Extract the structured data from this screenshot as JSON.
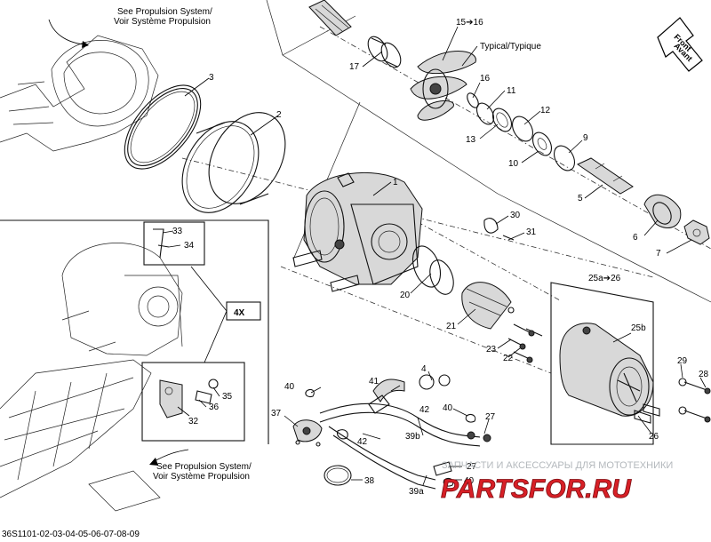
{
  "callouts": {
    "see_propulsion_top_1": "See Propulsion System/",
    "see_propulsion_top_2": "Voir Système Propulsion",
    "see_propulsion_bottom_1": "See Propulsion System/",
    "see_propulsion_bottom_2": "Voir Système Propulsion",
    "typical": "Typical/Typique",
    "front_1": "Front",
    "front_2": "Avant",
    "multiplier": "4X",
    "part_15_16": "15➔16",
    "part_25a_26": "25a➔26"
  },
  "part_numbers": {
    "p1": "1",
    "p2": "2",
    "p3": "3",
    "p4": "4",
    "p5": "5",
    "p6": "6",
    "p7": "7",
    "p9": "9",
    "p10": "10",
    "p11": "11",
    "p12": "12",
    "p13": "13",
    "p16": "16",
    "p17": "17",
    "p20": "20",
    "p21": "21",
    "p22": "22",
    "p23": "23",
    "p25b": "25b",
    "p26": "26",
    "p27a": "27",
    "p27b": "27",
    "p28": "28",
    "p29": "29",
    "p30": "30",
    "p31": "31",
    "p32": "32",
    "p33": "33",
    "p34": "34",
    "p35": "35",
    "p36": "36",
    "p37": "37",
    "p38": "38",
    "p39a": "39a",
    "p39b": "39b",
    "p40a": "40",
    "p40b": "40",
    "p40c": "40",
    "p41": "41",
    "p42a": "42",
    "p42b": "42"
  },
  "footer": {
    "drawing_code": "36S1101-02-03-04-05-06-07-08-09"
  },
  "watermark": {
    "caption": "ЗАПЧАСТИ И АКСЕССУАРЫ ДЛЯ МОТОТЕХНИКИ",
    "logo": "PARTSFOR.RU",
    "logo_color": "#d71f26"
  }
}
